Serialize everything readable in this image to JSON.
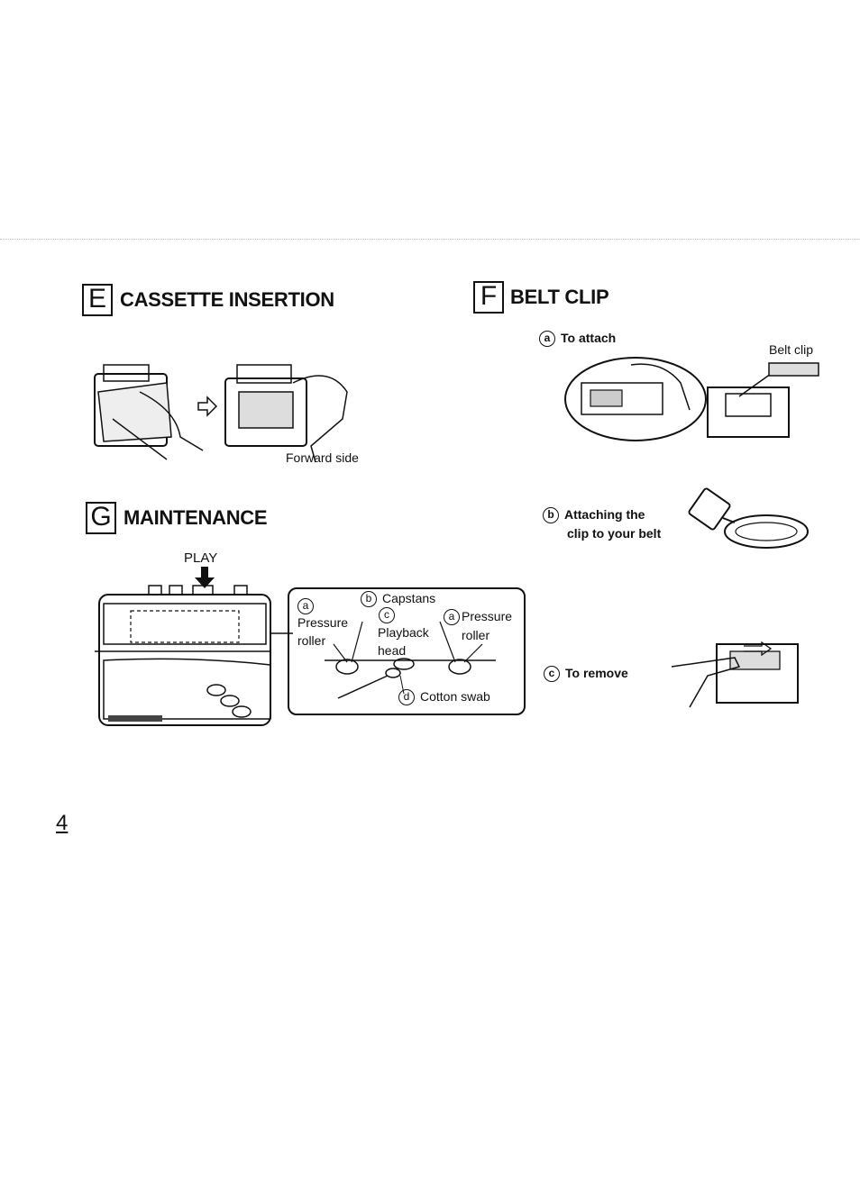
{
  "sections": {
    "e": {
      "letter": "E",
      "title": "CASSETTE INSERTION",
      "caption": "Forward side"
    },
    "f": {
      "letter": "F",
      "title": "BELT CLIP",
      "steps": [
        {
          "marker": "a",
          "text": "To attach"
        },
        {
          "marker": "b",
          "text_line1": "Attaching the",
          "text_line2": "clip to your belt"
        },
        {
          "marker": "c",
          "text": "To remove"
        }
      ],
      "belt_clip_label": "Belt clip"
    },
    "g": {
      "letter": "G",
      "title": "MAINTENANCE",
      "play_label": "PLAY",
      "callout": {
        "a_left": {
          "marker": "a",
          "line1": "Pressure",
          "line2": "roller"
        },
        "b": {
          "marker": "b",
          "text": "Capstans"
        },
        "c": {
          "marker": "c",
          "line1": "Playback",
          "line2": "head"
        },
        "a_right": {
          "marker": "a",
          "line1": "Pressure",
          "line2": "roller"
        },
        "d": {
          "marker": "d",
          "text": "Cotton swab"
        }
      }
    }
  },
  "page_number": "4"
}
